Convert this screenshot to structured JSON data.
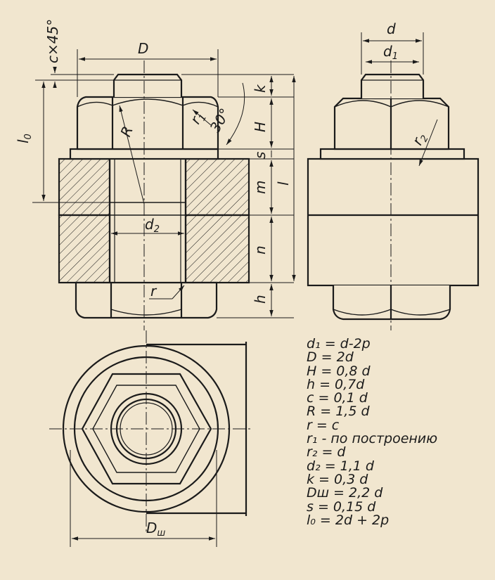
{
  "colors": {
    "paper": "#f1e6cf",
    "ink": "#1b1b1b"
  },
  "labels": {
    "D": "D",
    "chamfer": "c×45°",
    "l0": "l",
    "l0_sub": "0",
    "R": "R",
    "r1": "r",
    "r1_sub": "1",
    "angle": "30°",
    "k": "k",
    "H": "H",
    "s": "s",
    "m": "m",
    "n": "n",
    "h": "h",
    "l": "l",
    "d2": "d",
    "d2_sub": "2",
    "r": "r",
    "d": "d",
    "d1": "d",
    "d1_sub": "1",
    "r2": "r",
    "r2_sub": "2",
    "Dw": "D",
    "Dw_sub": "ш"
  },
  "formulas": [
    "d₁ = d-2p",
    "D = 2d",
    "H = 0,8 d",
    "h = 0,7d",
    "c = 0,1 d",
    "R = 1,5 d",
    "r = c",
    "r₁ - по построению",
    "r₂ = d",
    "d₂ = 1,1 d",
    "k = 0,3 d",
    "Dш = 2,2 d",
    "s = 0,15 d",
    "l₀ = 2d + 2p"
  ]
}
